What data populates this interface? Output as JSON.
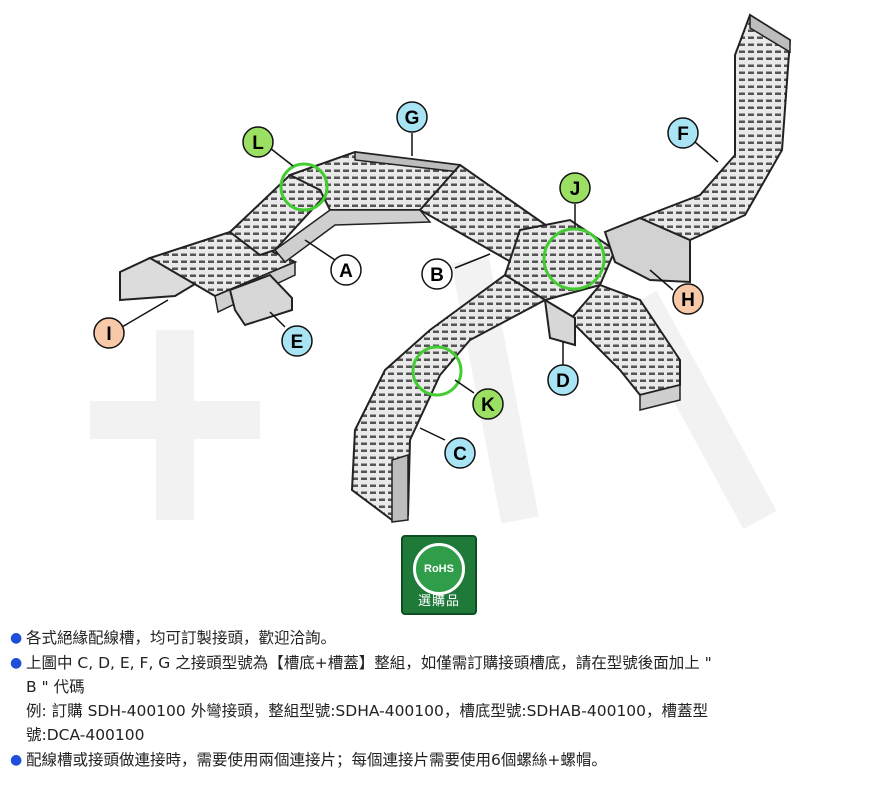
{
  "diagram": {
    "labels": [
      {
        "id": "A",
        "color": "#ffffff"
      },
      {
        "id": "B",
        "color": "#ffffff"
      },
      {
        "id": "C",
        "color": "#a9e4f5"
      },
      {
        "id": "D",
        "color": "#a9e4f5"
      },
      {
        "id": "E",
        "color": "#a9e4f5"
      },
      {
        "id": "F",
        "color": "#a9e4f5"
      },
      {
        "id": "G",
        "color": "#a9e4f5"
      },
      {
        "id": "H",
        "color": "#f7c9a8"
      },
      {
        "id": "I",
        "color": "#f7c9a8"
      },
      {
        "id": "J",
        "color": "#9be063"
      },
      {
        "id": "K",
        "color": "#9be063"
      },
      {
        "id": "L",
        "color": "#9be063"
      }
    ],
    "highlight_color": "#44cc33"
  },
  "badge": {
    "rohs_text": "RoHS",
    "tag_text": "選購品",
    "color": "#1f7a3a"
  },
  "notes": [
    {
      "lines": [
        "各式絕緣配線槽，均可訂製接頭，歡迎洽詢。"
      ]
    },
    {
      "lines": [
        "上圖中 C, D, E, F, G 之接頭型號為【槽底+槽蓋】整組，如僅需訂購接頭槽底，請在型號後面加上 \"",
        "B \" 代碼",
        "例: 訂購 SDH-400100 外彎接頭，整組型號:SDHA-400100，槽底型號:SDHAB-400100，槽蓋型",
        "號:DCA-400100"
      ]
    },
    {
      "lines": [
        "配線槽或接頭做連接時，需要使用兩個連接片；每個連接片需要使用6個螺絲+螺帽。"
      ]
    }
  ]
}
